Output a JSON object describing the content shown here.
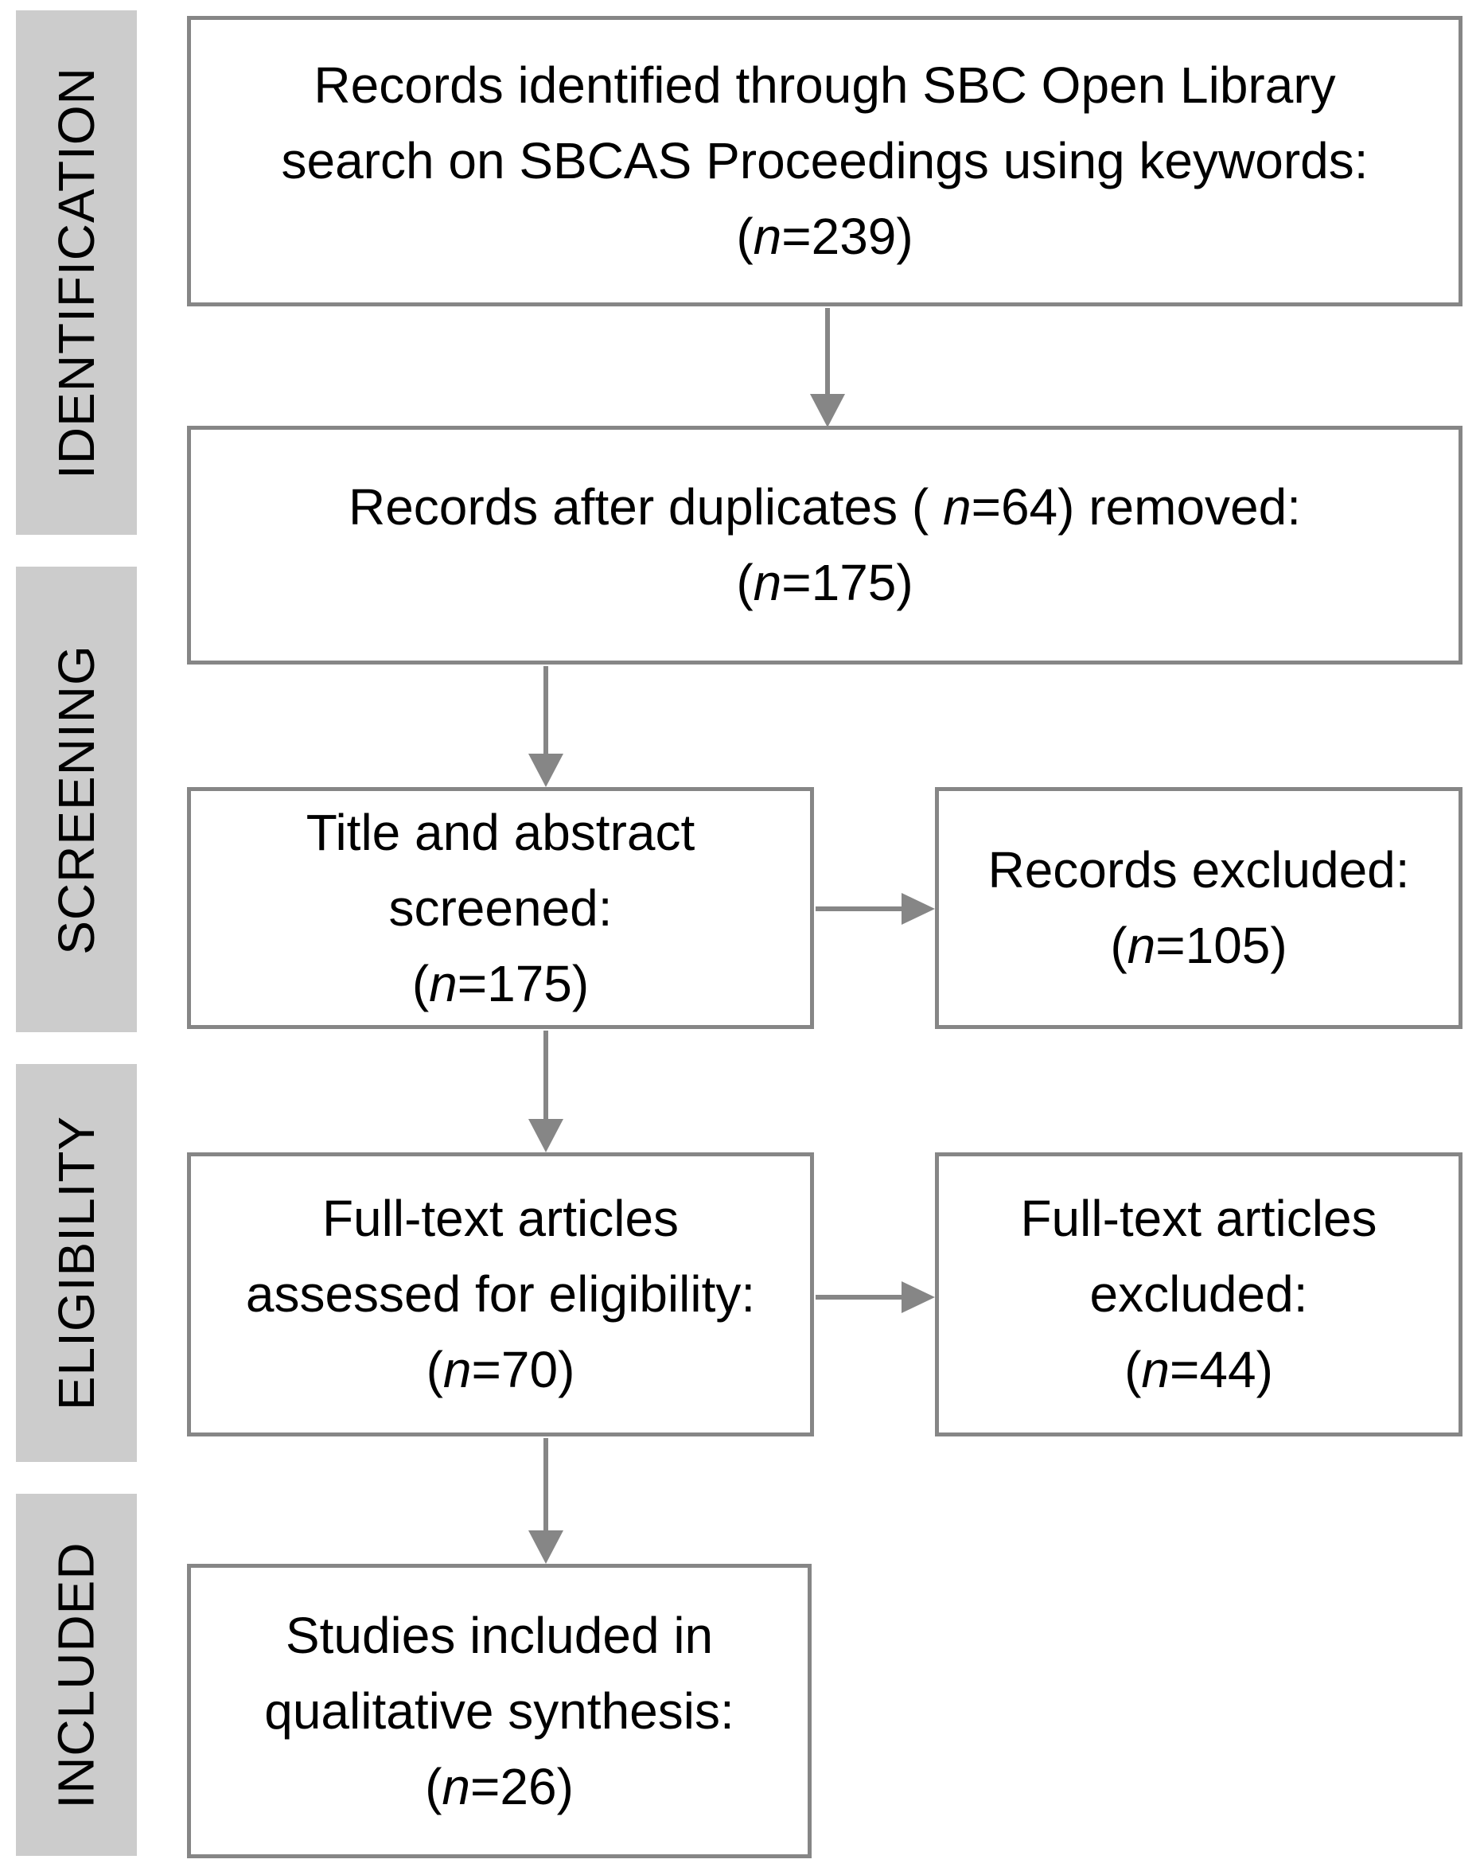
{
  "palette": {
    "strip_bg": "#cccccc",
    "line_gray": "#868686",
    "text": "#000000",
    "background": "#ffffff"
  },
  "stages": [
    {
      "key": "identification",
      "label": "IDENTIFICATION"
    },
    {
      "key": "screening",
      "label": "SCREENING"
    },
    {
      "key": "eligibility",
      "label": "ELIGIBILITY"
    },
    {
      "key": "included",
      "label": "INCLUDED"
    }
  ],
  "flow": {
    "boxes": [
      {
        "key": "records-identified",
        "lines": [
          [
            {
              "t": "Records identified through SBC Open Library"
            }
          ],
          [
            {
              "t": "search on SBCAS Proceedings using keywords:"
            }
          ],
          [
            {
              "t": "("
            },
            {
              "t": "n",
              "i": true
            },
            {
              "t": "=239)"
            }
          ]
        ]
      },
      {
        "key": "records-after-duplicates",
        "lines": [
          [
            {
              "t": "Records after duplicates ( "
            },
            {
              "t": "n",
              "i": true
            },
            {
              "t": "=64) removed:"
            }
          ],
          [
            {
              "t": "("
            },
            {
              "t": "n",
              "i": true
            },
            {
              "t": "=175)"
            }
          ]
        ]
      },
      {
        "key": "title-abstract-screened",
        "lines": [
          [
            {
              "t": "Title and abstract"
            }
          ],
          [
            {
              "t": "screened:"
            }
          ],
          [
            {
              "t": "("
            },
            {
              "t": "n",
              "i": true
            },
            {
              "t": "=175)"
            }
          ]
        ]
      },
      {
        "key": "records-excluded",
        "lines": [
          [
            {
              "t": "Records excluded:"
            }
          ],
          [
            {
              "t": "("
            },
            {
              "t": "n",
              "i": true
            },
            {
              "t": "=105)"
            }
          ]
        ]
      },
      {
        "key": "fulltext-assessed",
        "lines": [
          [
            {
              "t": "Full-text articles"
            }
          ],
          [
            {
              "t": "assessed for eligibility:"
            }
          ],
          [
            {
              "t": "("
            },
            {
              "t": "n",
              "i": true
            },
            {
              "t": "=70)"
            }
          ]
        ]
      },
      {
        "key": "fulltext-excluded",
        "lines": [
          [
            {
              "t": "Full-text articles"
            }
          ],
          [
            {
              "t": "excluded:"
            }
          ],
          [
            {
              "t": "("
            },
            {
              "t": "n",
              "i": true
            },
            {
              "t": "=44)"
            }
          ]
        ]
      },
      {
        "key": "studies-included",
        "lines": [
          [
            {
              "t": "Studies included in"
            }
          ],
          [
            {
              "t": "qualitative synthesis:"
            }
          ],
          [
            {
              "t": "("
            },
            {
              "t": "n",
              "i": true
            },
            {
              "t": "=26)"
            }
          ]
        ]
      }
    ]
  }
}
